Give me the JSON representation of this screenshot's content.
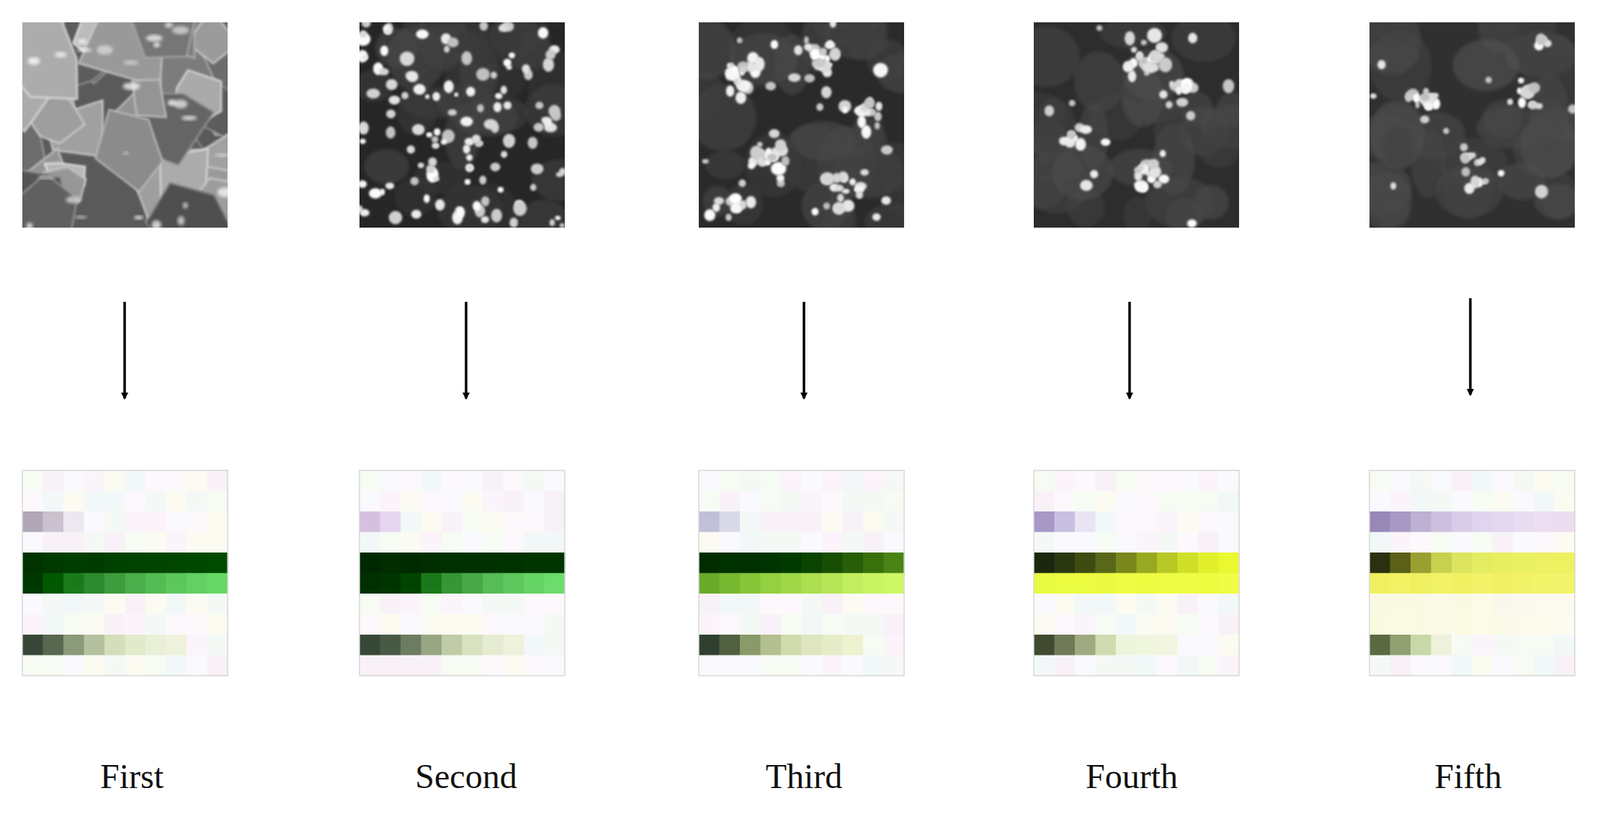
{
  "diagram": {
    "labels": [
      "First",
      "Second",
      "Third",
      "Fourth",
      "Fifth"
    ]
  }
}
